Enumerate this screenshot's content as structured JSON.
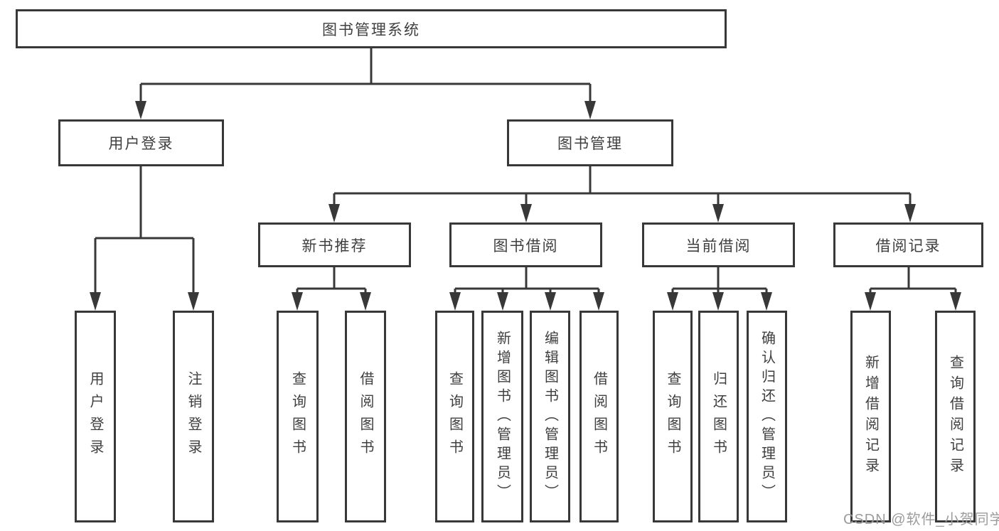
{
  "diagram": {
    "title_node": {
      "label": "图书管理系统"
    },
    "level1": [
      {
        "label": "用户登录"
      },
      {
        "label": "图书管理"
      }
    ],
    "level2": [
      {
        "label": "新书推荐",
        "parent": "图书管理"
      },
      {
        "label": "图书借阅",
        "parent": "图书管理"
      },
      {
        "label": "当前借阅",
        "parent": "图书管理"
      },
      {
        "label": "借阅记录",
        "parent": "图书管理"
      }
    ],
    "leaves": [
      {
        "label": "用户登录",
        "parent": "用户登录"
      },
      {
        "label": "注销登录",
        "parent": "用户登录"
      },
      {
        "label": "查询图书",
        "parent": "新书推荐"
      },
      {
        "label": "借阅图书",
        "parent": "新书推荐"
      },
      {
        "label": "查询图书",
        "parent": "图书借阅"
      },
      {
        "label": "新增图书（管理员）",
        "parent": "图书借阅"
      },
      {
        "label": "编辑图书（管理员）",
        "parent": "图书借阅"
      },
      {
        "label": "借阅图书",
        "parent": "图书借阅"
      },
      {
        "label": "查询图书",
        "parent": "当前借阅"
      },
      {
        "label": "归还图书",
        "parent": "当前借阅"
      },
      {
        "label": "确认归还（管理员）",
        "parent": "当前借阅"
      },
      {
        "label": "新增借阅记录",
        "parent": "借阅记录"
      },
      {
        "label": "查询借阅记录",
        "parent": "借阅记录"
      }
    ]
  },
  "watermark": {
    "text": "CSDN @软件_小贺同学"
  },
  "colors": {
    "line": "#383838",
    "text": "#3f3f3f",
    "watermark": "#9c9c9c",
    "background": "#ffffff"
  }
}
